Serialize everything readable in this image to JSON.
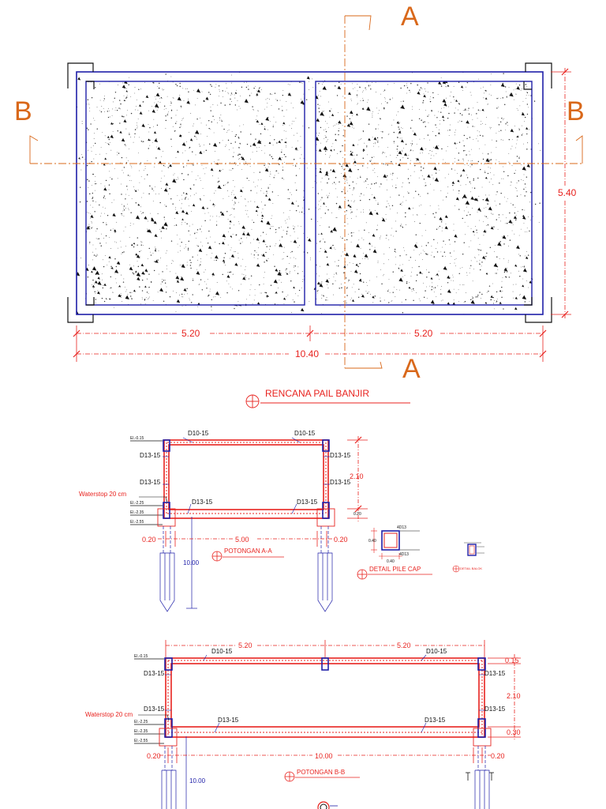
{
  "plan": {
    "section_a": "A",
    "section_a_bottom": "A",
    "section_b_left": "B",
    "section_b_right": "B",
    "dim_left": "5.20",
    "dim_right": "5.20",
    "dim_total": "10.40",
    "dim_height": "5.40",
    "title": "RENCANA PAIL BANJIR"
  },
  "section_aa": {
    "top_left_bar": "D10-15",
    "top_right_bar": "D10-15",
    "wall_left_upper": "D13-15",
    "wall_right_upper": "D13-15",
    "wall_left_lower": "D13-15",
    "wall_right_lower": "D13-15",
    "bottom_left_bar": "D13-15",
    "bottom_right_bar": "D13-15",
    "waterstop": "Waterstop 20 cm",
    "height": "2.10",
    "small_dim": "0.20",
    "left_offset": "0.20",
    "right_offset": "0.20",
    "span": "5.00",
    "pile_length": "10.00",
    "title": "POTONGAN A-A",
    "level_top": "El.-0.15",
    "level_1": "El.-2.25",
    "level_2": "El.-2.35",
    "level_3": "El.-2.55"
  },
  "detail_pile_cap": {
    "title": "DETAIL PILE CAP",
    "bar_top": "4D13",
    "bar_bottom": "4D13",
    "dim_h": "0.40",
    "dim_w": "0.40"
  },
  "detail_balok": {
    "title": "DETAIL BALOK"
  },
  "section_bb": {
    "dim_left": "5.20",
    "dim_right": "5.20",
    "top_left_bar": "D10-15",
    "top_right_bar": "D10-15",
    "wall_left_upper": "D13-15",
    "wall_right_upper": "D13-15",
    "wall_left_lower": "D13-15",
    "wall_right_lower": "D13-15",
    "bottom_left_bar": "D13-15",
    "bottom_right_bar": "D13-15",
    "waterstop": "Waterstop 20 cm",
    "top_thk": "0.15",
    "height": "2.10",
    "bottom_thk": "0.30",
    "left_offset": "0.20",
    "right_offset": "0.20",
    "span": "10.00",
    "pile_length": "10.00",
    "title": "POTONGAN B-B",
    "level_top": "El.-0.15",
    "level_1": "El.-2.25",
    "level_2": "El.-2.35",
    "level_3": "El.-2.55"
  },
  "colors": {
    "blue": "#1f1fa8",
    "red": "#e8231f",
    "orange": "#d9681a"
  }
}
